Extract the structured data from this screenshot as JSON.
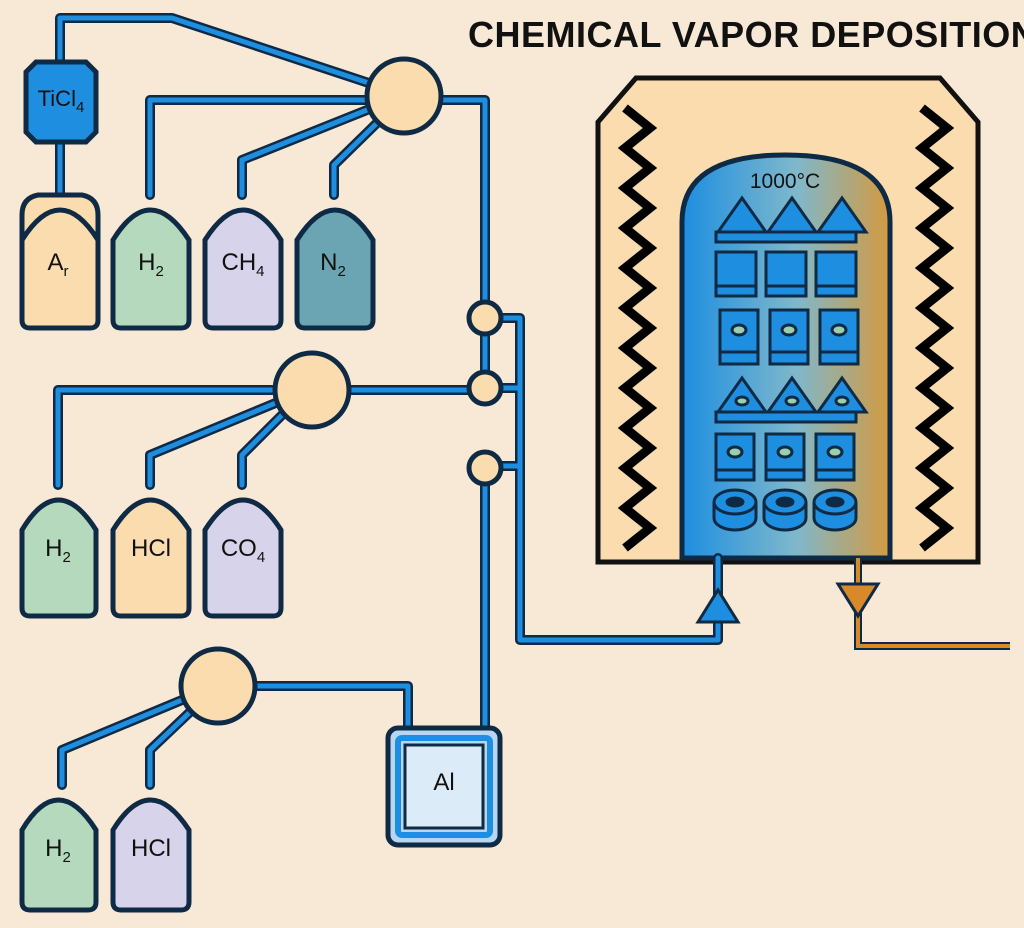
{
  "title": "CHEMICAL VAPOR DEPOSITION",
  "temperature_label": "1000°C",
  "tanks": {
    "ticl4": {
      "main": "TiCl",
      "sub": "4"
    },
    "ar": {
      "main": "A",
      "sub": "r"
    },
    "h2_a": {
      "main": "H",
      "sub": "2"
    },
    "ch4": {
      "main": "CH",
      "sub": "4"
    },
    "n2": {
      "main": "N",
      "sub": "2"
    },
    "h2_b": {
      "main": "H",
      "sub": "2"
    },
    "hcl_b": {
      "main": "HCl",
      "sub": ""
    },
    "co4": {
      "main": "CO",
      "sub": "4"
    },
    "h2_c": {
      "main": "H",
      "sub": "2"
    },
    "hcl_c": {
      "main": "HCl",
      "sub": ""
    },
    "al": {
      "main": "Al",
      "sub": ""
    }
  },
  "colors": {
    "background": "#f8e8d6",
    "tank_orange": "#fbdcae",
    "tank_green": "#b4d9bd",
    "tank_lavender": "#d6d3eb",
    "tank_teal": "#6ba5b4",
    "pipe_blue": "#1e8fe0",
    "pipe_orange": "#d88a2a",
    "chamber_blue": "#1e8fe0",
    "chamber_bronze": "#d49a3e",
    "heater": "#000000"
  }
}
